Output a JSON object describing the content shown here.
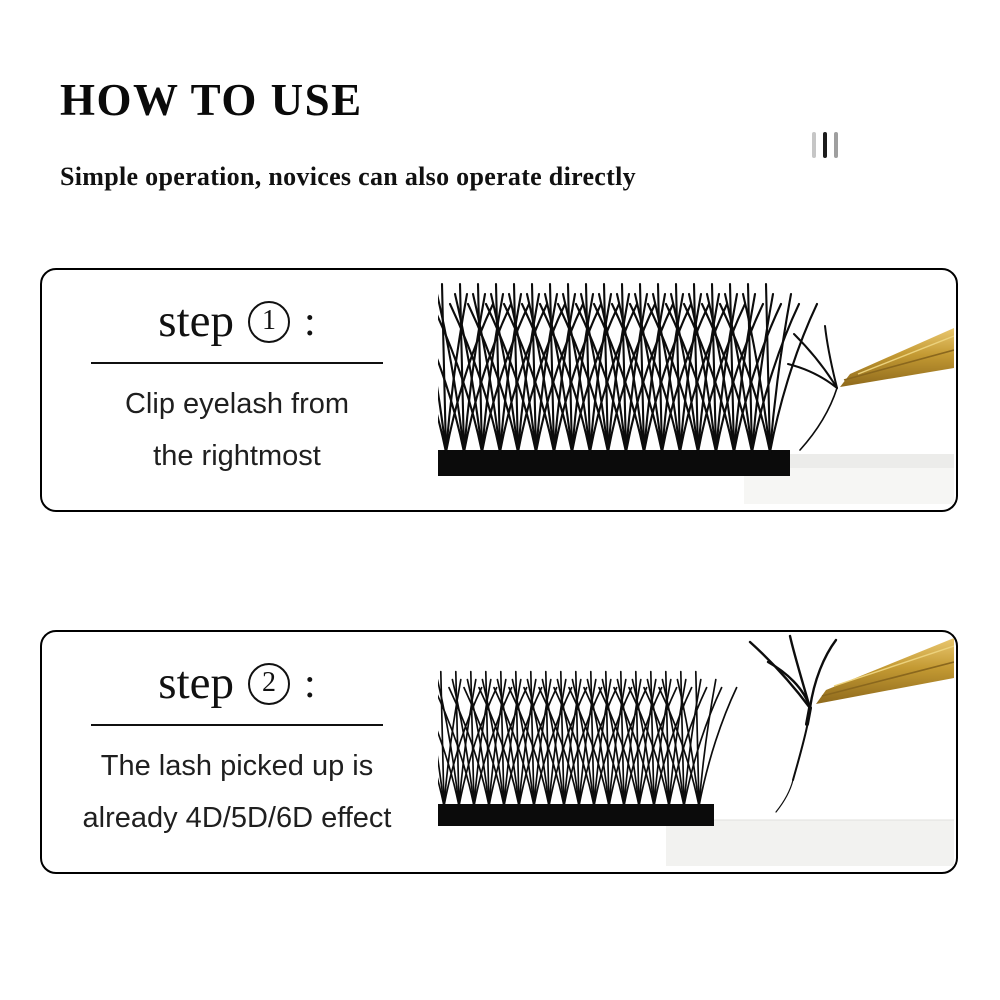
{
  "page": {
    "title": "HOW TO USE",
    "subtitle": "Simple operation, novices can also operate directly"
  },
  "steps": [
    {
      "word": "step",
      "number": "1",
      "colon": ":",
      "lines": [
        "Clip eyelash from",
        "the rightmost"
      ]
    },
    {
      "word": "step",
      "number": "2",
      "colon": ":",
      "lines": [
        "The lash picked up is",
        "already 4D/5D/6D effect"
      ]
    }
  ],
  "icons": {
    "decoration_marks": "three-vertical-bars",
    "step1_photo": "eyelash-tray-with-tweezers-picking-rightmost-lash",
    "step2_photo": "tweezers-holding-fan-lash-above-tray"
  },
  "colors": {
    "text": "#111111",
    "lash_black": "#0c0c0c",
    "tweezers_gold": "#c49a33",
    "panel_border": "#000000",
    "background": "#ffffff"
  }
}
